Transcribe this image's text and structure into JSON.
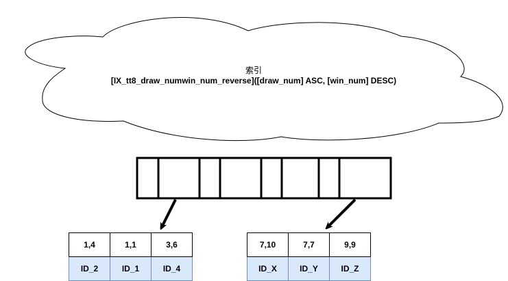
{
  "cloud": {
    "title": "索引",
    "subtitle": "[IX_tt8_draw_numwin_num_reverse]([draw_num] ASC, [win_num] DESC)"
  },
  "index_page": {
    "slot_count": 8
  },
  "leaf_pages": [
    {
      "keys": [
        "1,4",
        "1,1",
        "3,6"
      ],
      "ids": [
        "ID_2",
        "ID_1",
        "ID_4"
      ]
    },
    {
      "keys": [
        "7,10",
        "7,7",
        "9,9"
      ],
      "ids": [
        "ID_X",
        "ID_Y",
        "ID_Z"
      ]
    }
  ],
  "colors": {
    "id_fill": "#dae8fc",
    "id_border": "#6c8ebf",
    "line": "#000000"
  }
}
